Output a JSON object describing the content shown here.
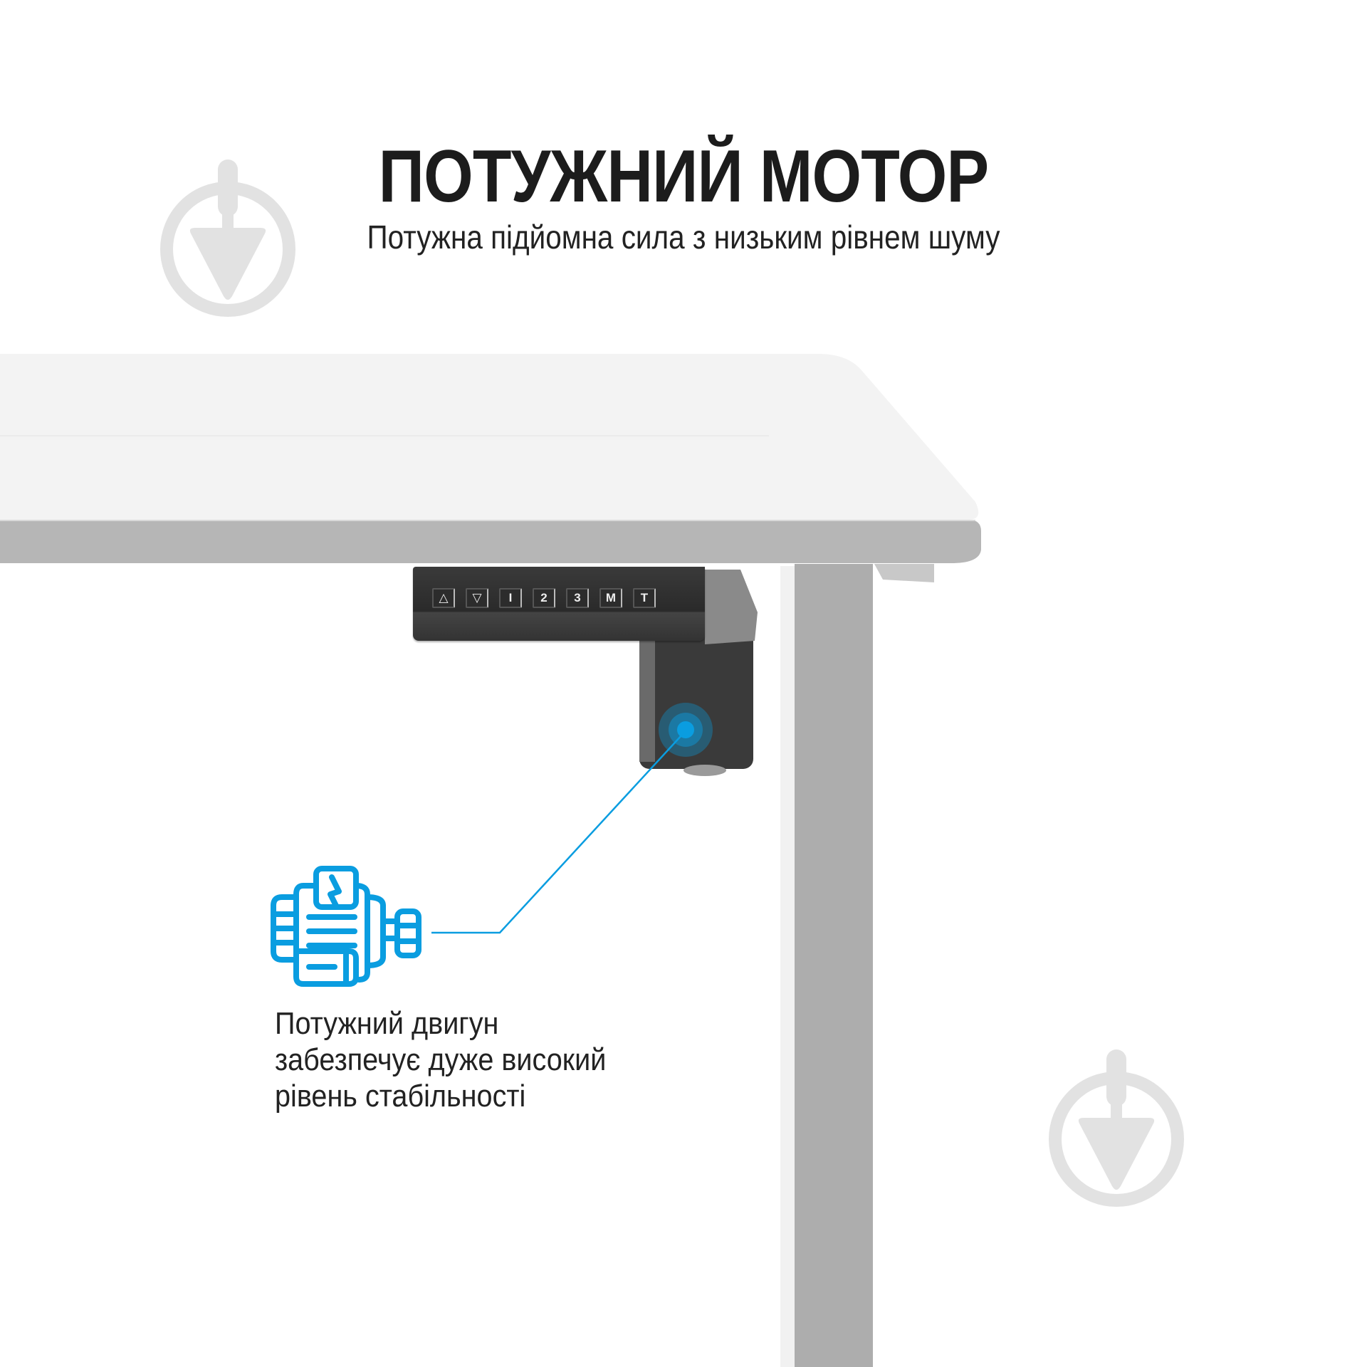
{
  "header": {
    "title": "ПОТУЖНИЙ МОТОР",
    "subtitle": "Потужна підйомна сила з низьким рівнем шуму"
  },
  "feature": {
    "icon": "electric-motor-icon",
    "caption_lines": [
      "Потужний двигун",
      "забезпечує дуже високий",
      "рівень стабільності"
    ]
  },
  "control_panel": {
    "keys": [
      "△",
      "▽",
      "I",
      "2",
      "3",
      "M",
      "T"
    ]
  },
  "watermarks": [
    "trowel-logo-icon",
    "trowel-logo-icon"
  ],
  "colors": {
    "accent": "#0a9de0",
    "text": "#1e1e1e",
    "watermark": "#e2e2e2",
    "desk_top": "#f3f3f3",
    "desk_edge": "#b4b4b4",
    "leg": "#aeaeae"
  }
}
